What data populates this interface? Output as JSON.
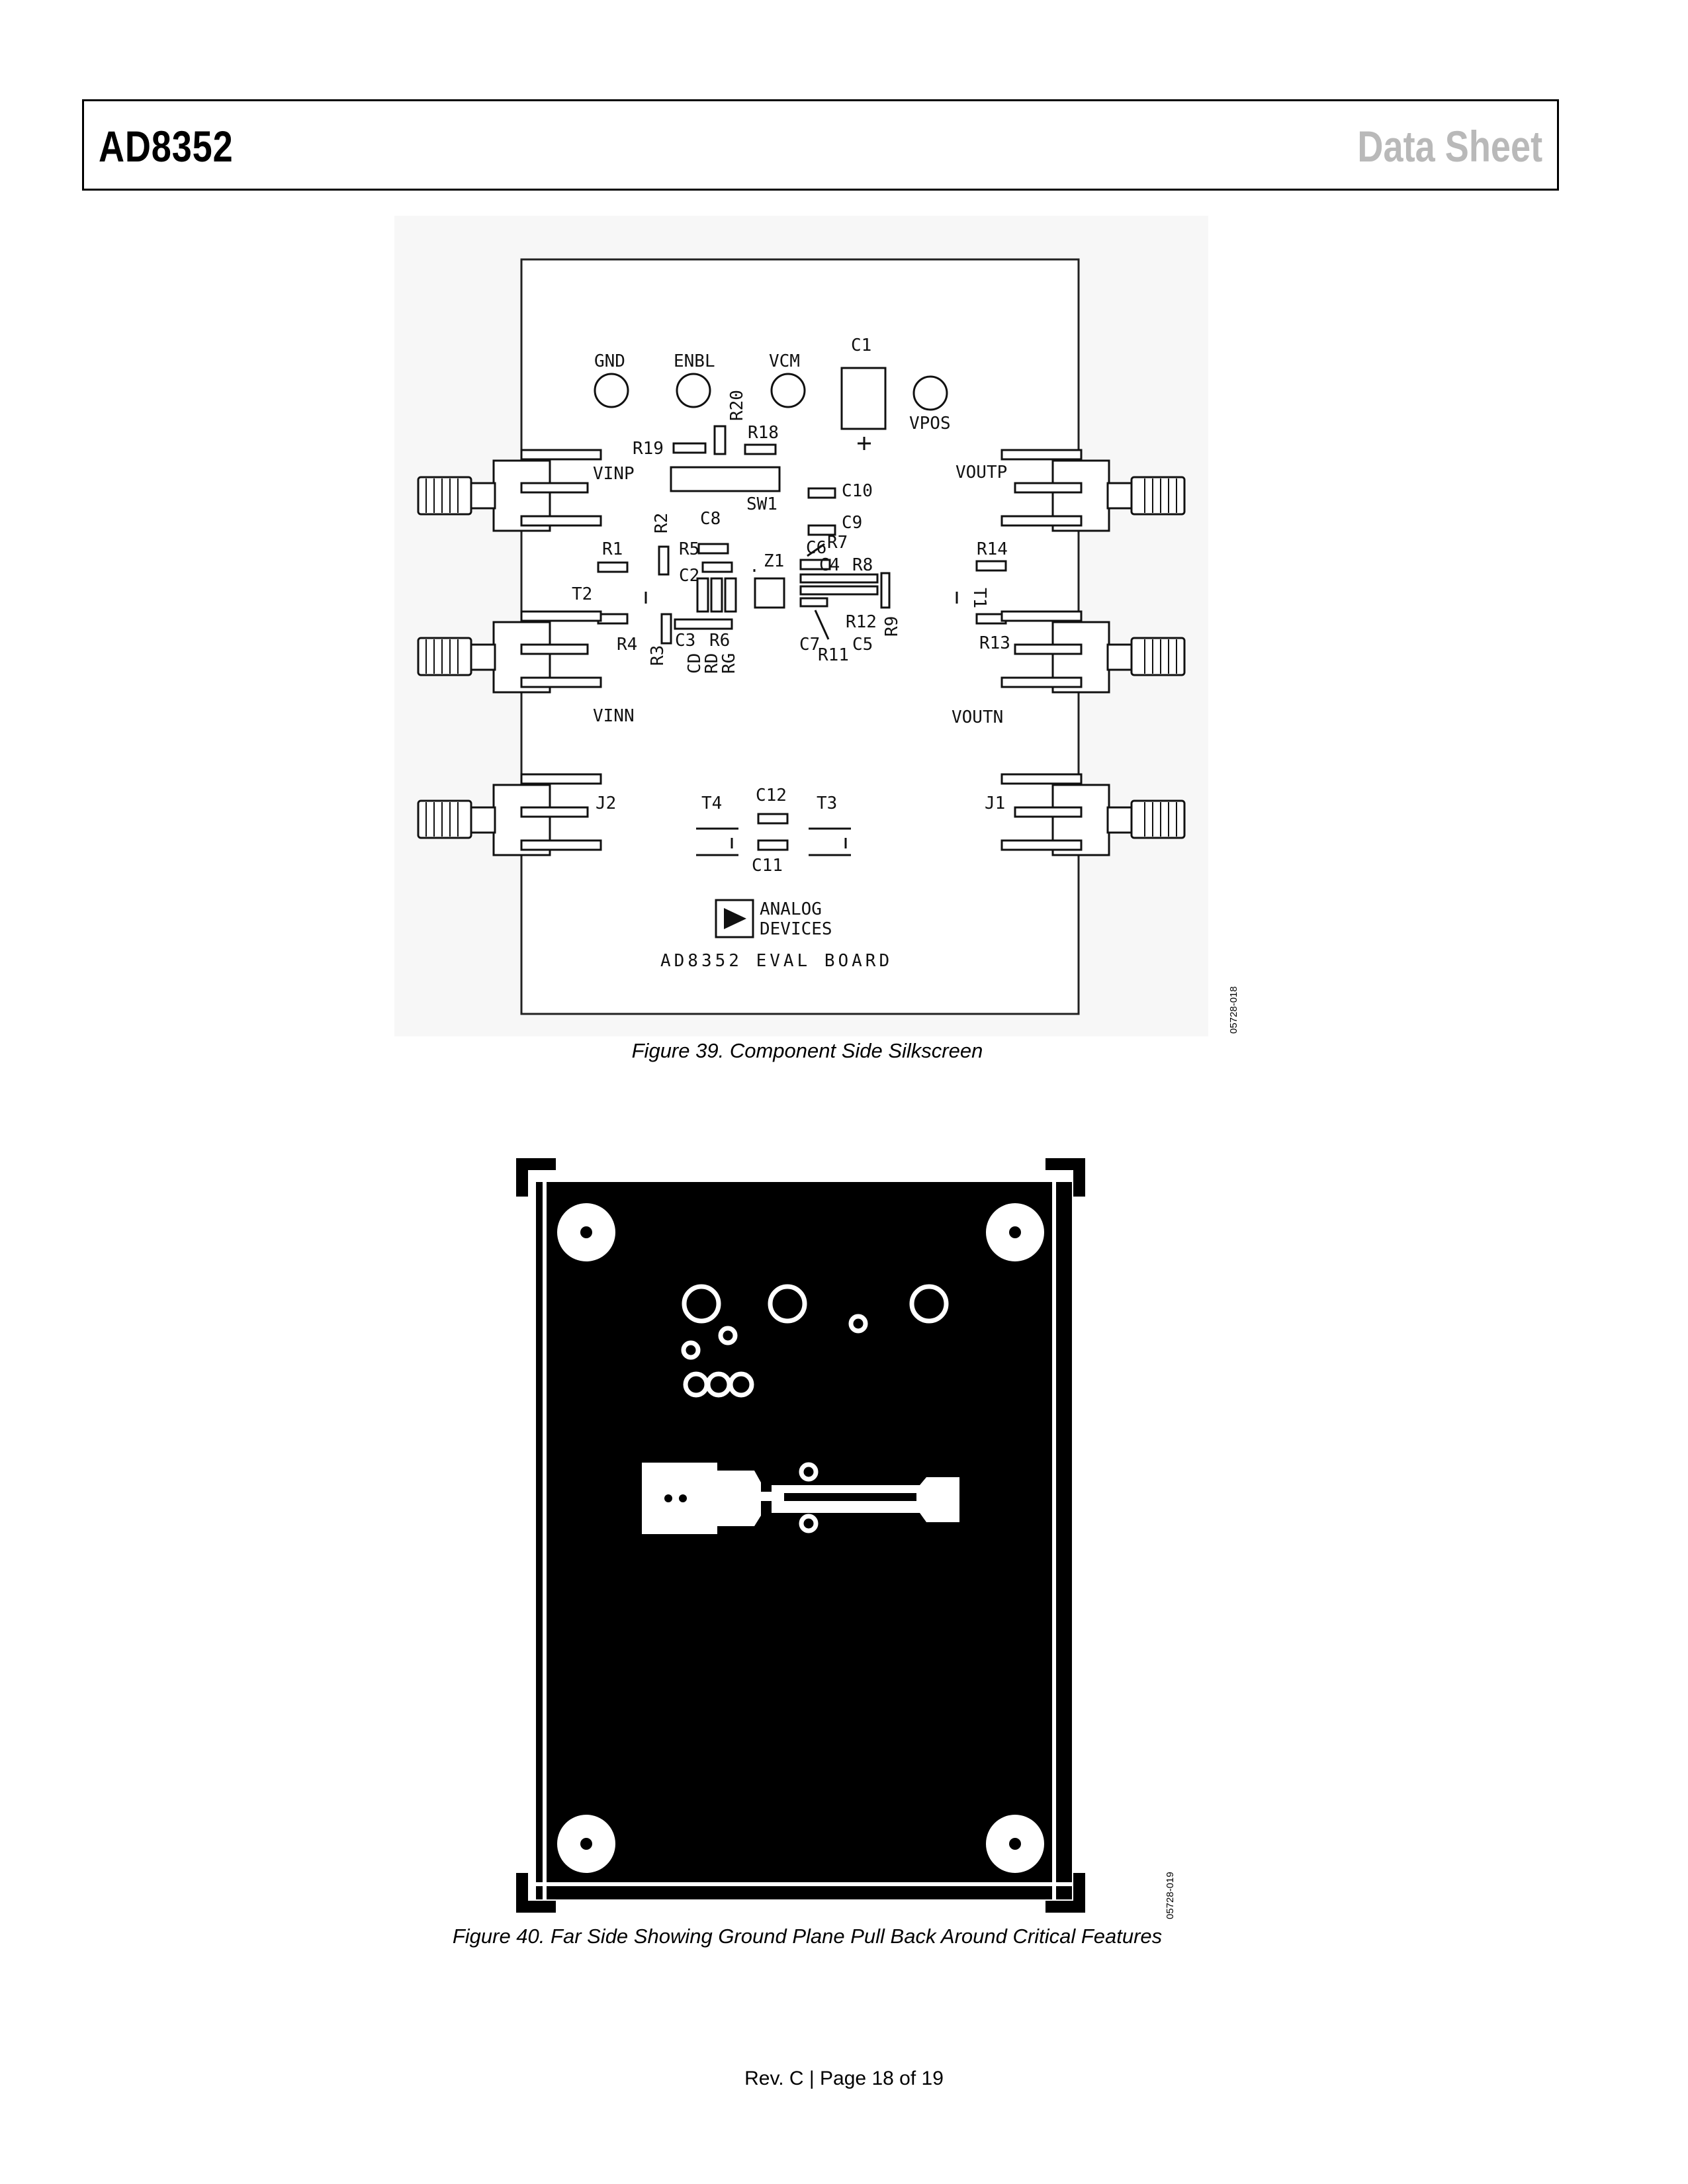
{
  "header": {
    "part_number": "AD8352",
    "doc_type": "Data Sheet"
  },
  "figure39": {
    "caption": "Figure 39. Component Side Silkscreen",
    "code": "05728-018",
    "labels": {
      "gnd": "GND",
      "enbl": "ENBL",
      "vcm": "VCM",
      "c1": "C1",
      "vpos": "VPOS",
      "r20": "R20",
      "r19": "R19",
      "r18": "R18",
      "sw1": "SW1",
      "vinp": "VINP",
      "voutp": "VOUTP",
      "c10": "C10",
      "c9": "C9",
      "c8": "C8",
      "r2": "R2",
      "r1": "R1",
      "r5": "R5",
      "c2": "C2",
      "z1": "Z1",
      "c6": "C6",
      "r7": "R7",
      "c4": "C4",
      "r8": "R8",
      "r14": "R14",
      "t2": "T2",
      "t1": "T1",
      "r4": "R4",
      "r3": "R3",
      "c3": "C3",
      "r6": "R6",
      "cd": "CD",
      "rd": "RD",
      "rg": "RG",
      "c7": "C7",
      "r11": "R11",
      "c5": "C5",
      "r12": "R12",
      "r9": "R9",
      "r13": "R13",
      "vinn": "VINN",
      "voutn": "VOUTN",
      "j2": "J2",
      "t4": "T4",
      "c12": "C12",
      "t3": "T3",
      "j1": "J1",
      "c11": "C11",
      "analog": "ANALOG",
      "devices": "DEVICES",
      "board": "AD8352 EVAL BOARD"
    }
  },
  "figure40": {
    "caption": "Figure 40. Far Side Showing Ground Plane Pull Back Around Critical Features",
    "code": "05728-019"
  },
  "footer": {
    "text": "Rev. C | Page 18 of 19"
  }
}
